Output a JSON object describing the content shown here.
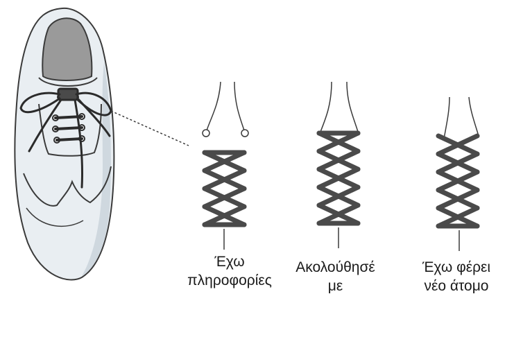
{
  "colors": {
    "lace": "#4a4a4a",
    "lace_dark": "#2b2b2b",
    "outline": "#3a3a3a",
    "shoe_fill": "#e9eef2",
    "shoe_shade": "#cfd8df",
    "inner": "#9a9a9a",
    "text": "#1a1a1a"
  },
  "icons": [
    "shoe-icon",
    "lace-pattern-icon"
  ],
  "diagram": {
    "patterns": [
      {
        "id": "pattern-1",
        "caption": [
          "Έχω",
          "πληροφορίες"
        ]
      },
      {
        "id": "pattern-2",
        "caption": [
          "Ακολούθησέ",
          "με"
        ]
      },
      {
        "id": "pattern-3",
        "caption": [
          "Έχω φέρει",
          "νέο άτομο"
        ]
      }
    ]
  }
}
